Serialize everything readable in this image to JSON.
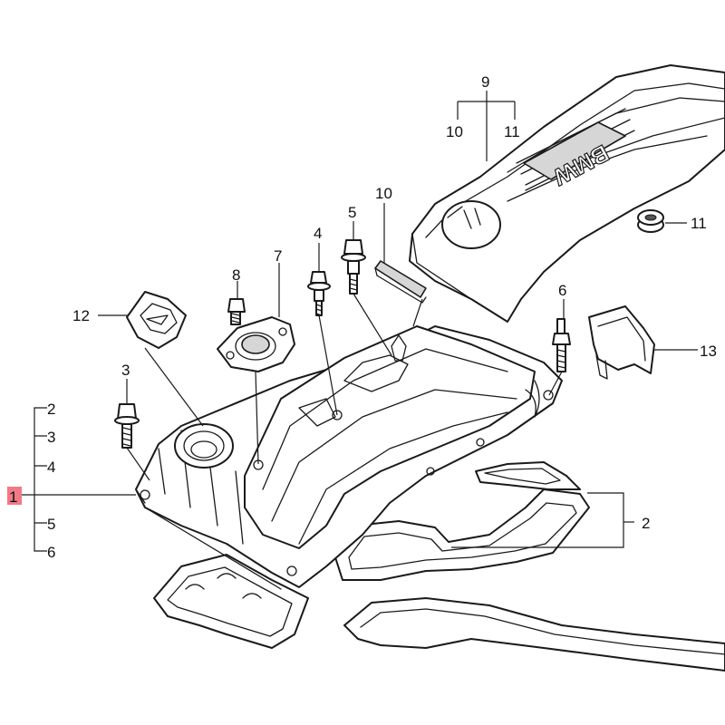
{
  "diagram": {
    "brand_text": "BMW",
    "highlight_color": "#f07a86",
    "callouts": [
      {
        "id": "label-1",
        "text": "1",
        "highlighted": true
      },
      {
        "id": "label-2-left",
        "text": "2"
      },
      {
        "id": "label-3-left",
        "text": "3"
      },
      {
        "id": "label-4-left",
        "text": "4"
      },
      {
        "id": "label-5-left",
        "text": "5"
      },
      {
        "id": "label-6-left",
        "text": "6"
      },
      {
        "id": "label-2-right",
        "text": "2"
      },
      {
        "id": "label-3",
        "text": "3"
      },
      {
        "id": "label-4",
        "text": "4"
      },
      {
        "id": "label-5",
        "text": "5"
      },
      {
        "id": "label-6",
        "text": "6"
      },
      {
        "id": "label-7",
        "text": "7"
      },
      {
        "id": "label-8",
        "text": "8"
      },
      {
        "id": "label-9",
        "text": "9"
      },
      {
        "id": "label-10-top",
        "text": "10"
      },
      {
        "id": "label-11-top",
        "text": "11"
      },
      {
        "id": "label-10",
        "text": "10"
      },
      {
        "id": "label-11",
        "text": "11"
      },
      {
        "id": "label-12",
        "text": "12"
      },
      {
        "id": "label-13",
        "text": "13"
      }
    ]
  }
}
